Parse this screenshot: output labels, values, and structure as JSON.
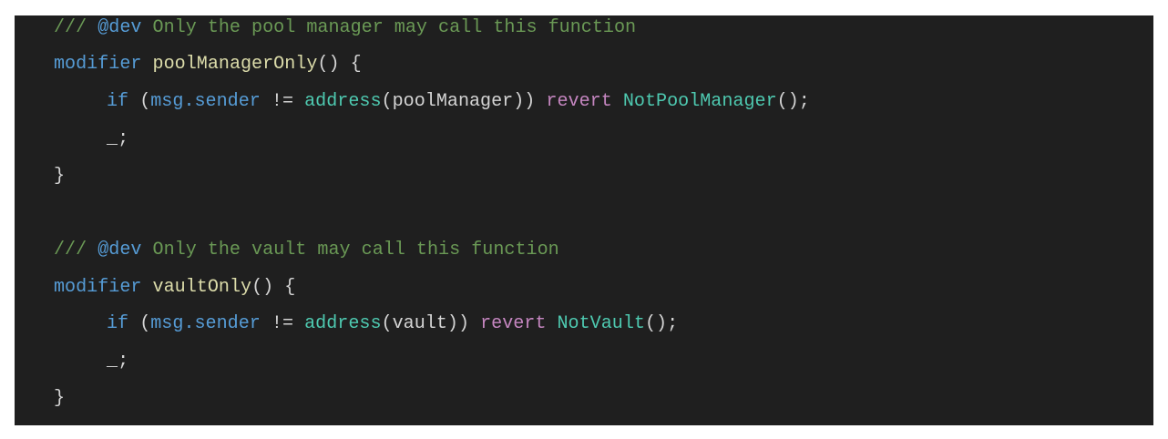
{
  "colors": {
    "background": "#1f1f1f",
    "comment": "#6a9955",
    "doc_tag": "#569cd6",
    "keyword": "#569cd6",
    "identifier": "#9cdcfe",
    "function": "#dcdcaa",
    "type": "#4ec9b0",
    "control": "#c586c0",
    "plain": "#d4d4d4",
    "brace": "#ffd700"
  },
  "code": {
    "block1": {
      "comment_prefix": "/// ",
      "doc_tag": "@dev",
      "comment_text": " Only the pool manager may call this function",
      "modifier_kw": "modifier",
      "modifier_name": "poolManagerOnly",
      "parens": "()",
      "open_brace": "{",
      "if_kw": "if",
      "open_paren": "(",
      "msg": "msg",
      "dot": ".",
      "sender": "sender",
      "neq": "!=",
      "address_fn": "address",
      "arg_open": "(",
      "arg": "poolManager",
      "arg_close": "))",
      "revert_kw": "revert",
      "error_name": "NotPoolManager",
      "error_call": "();",
      "placeholder": "_",
      "semicolon": ";",
      "close_brace": "}"
    },
    "block2": {
      "comment_prefix": "/// ",
      "doc_tag": "@dev",
      "comment_text": " Only the vault may call this function",
      "modifier_kw": "modifier",
      "modifier_name": "vaultOnly",
      "parens": "()",
      "open_brace": "{",
      "if_kw": "if",
      "open_paren": "(",
      "msg": "msg",
      "dot": ".",
      "sender": "sender",
      "neq": "!=",
      "address_fn": "address",
      "arg_open": "(",
      "arg": "vault",
      "arg_close": "))",
      "revert_kw": "revert",
      "error_name": "NotVault",
      "error_call": "();",
      "placeholder": "_",
      "semicolon": ";",
      "close_brace": "}"
    }
  }
}
